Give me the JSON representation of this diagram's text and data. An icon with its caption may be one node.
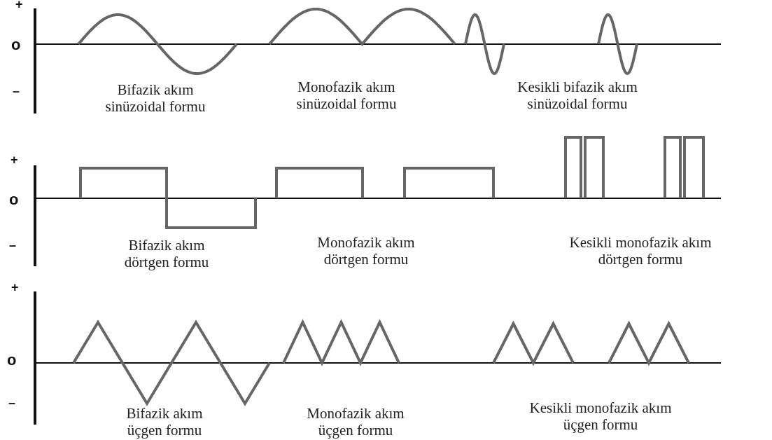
{
  "diagram": {
    "labels": [
      "+",
      "o",
      "–",
      "Bifazik akım sinüzoidal formu",
      "Monofazik akım sinüzoidal formu",
      "Kesikli bifazik akım sinüzoidal formu",
      "+",
      "o",
      "–",
      "Bifazik akım dörtgen formu",
      "Monofazik akım dörtgen formu",
      "Kesikli monofazik akım dörtgen formu",
      "+",
      "o",
      "–",
      "Bifazik akım üçgen formu",
      "Monofazik akım üçgen formu",
      "Kesikli monofazik akım üçgen formu"
    ]
  }
}
